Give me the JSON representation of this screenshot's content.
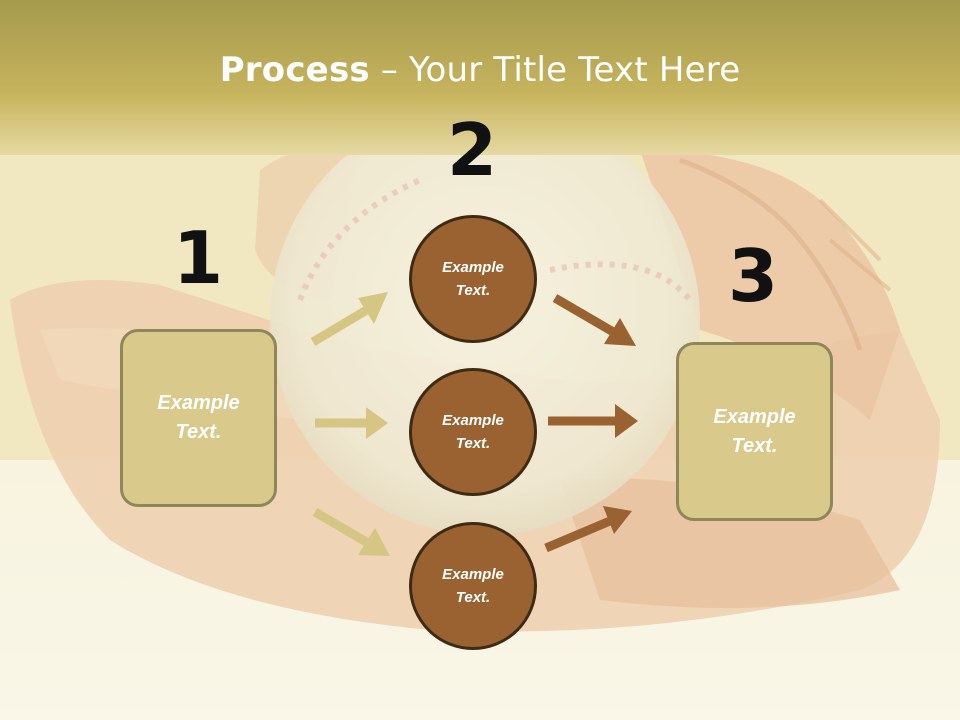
{
  "slide": {
    "title_strong": "Process",
    "title_rest": " – Your Title Text Here"
  },
  "steps": [
    {
      "number": "1",
      "label": "Example Text."
    },
    {
      "number": "2",
      "label": "Example Text."
    },
    {
      "number": "3",
      "label": "Example Text."
    }
  ],
  "circles": [
    {
      "label": "Example Text."
    },
    {
      "label": "Example Text."
    },
    {
      "label": "Example Text."
    }
  ],
  "colors": {
    "box_fill": "#d9c98a",
    "box_border": "#8e8759",
    "circle_fill": "#9a6230",
    "circle_border": "#3f2a14",
    "arrow_left": "#d6c684",
    "arrow_right": "#9a6230",
    "title_band": "#c8b45c"
  },
  "icons": {
    "background": "baseball-in-glove-photo"
  }
}
